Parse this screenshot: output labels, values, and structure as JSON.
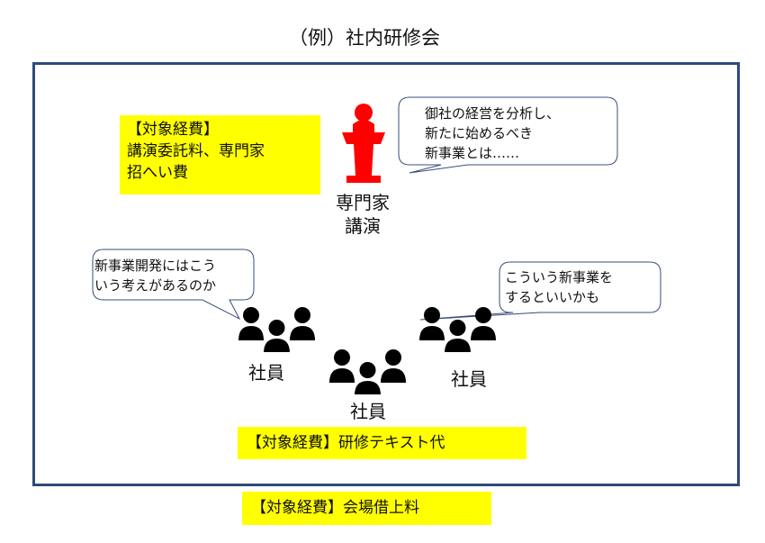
{
  "title": "（例）社内研修会",
  "expense_boxes": [
    {
      "lines": [
        "【対象経費】",
        "講演委託料、専門家",
        "招へい費"
      ]
    },
    {
      "lines": [
        "【対象経費】研修テキスト代"
      ]
    },
    {
      "lines": [
        "【対象経費】会場借上料"
      ]
    }
  ],
  "speaker": {
    "label_lines": [
      "専門家",
      "講演"
    ],
    "bubble_lines": [
      "御社の経営を分析し、",
      "新たに始めるべき",
      "新事業とは……"
    ]
  },
  "employees": [
    {
      "label": "社員",
      "bubble_lines": [
        "新事業開発にはこう",
        "いう考えがあるのか"
      ]
    },
    {
      "label": "社員"
    },
    {
      "label": "社員",
      "bubble_lines": [
        "こういう新事業を",
        "するといいかも"
      ]
    }
  ],
  "colors": {
    "frame": "#2f4a7a",
    "highlight": "#ffff00",
    "podium": "#ff0000"
  }
}
